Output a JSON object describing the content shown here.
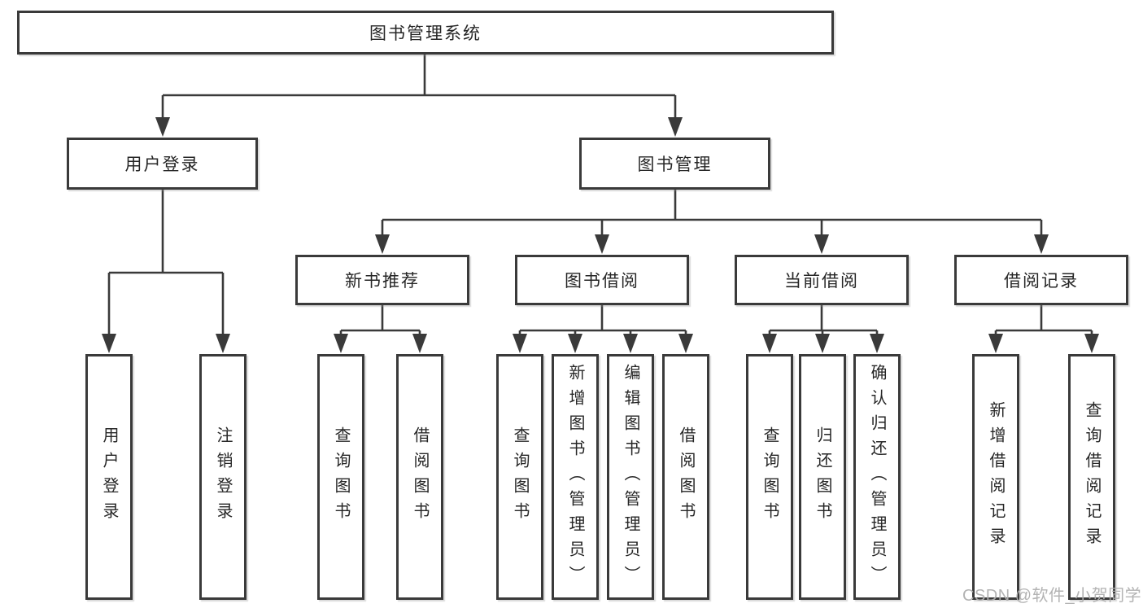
{
  "diagram": {
    "root": {
      "label": "图书管理系统"
    },
    "branches": {
      "user_login": {
        "label": "用户登录",
        "children": [
          "用户登录",
          "注销登录"
        ]
      },
      "book_mgmt": {
        "label": "图书管理",
        "modules": [
          {
            "label": "新书推荐",
            "children": [
              "查询图书",
              "借阅图书"
            ]
          },
          {
            "label": "图书借阅",
            "children": [
              "查询图书",
              "新增图书（管理员）",
              "编辑图书（管理员）",
              "借阅图书"
            ]
          },
          {
            "label": "当前借阅",
            "children": [
              "查询图书",
              "归还图书",
              "确认归还（管理员）"
            ]
          },
          {
            "label": "借阅记录",
            "children": [
              "新增借阅记录",
              "查询借阅记录"
            ]
          }
        ]
      }
    }
  },
  "watermark": {
    "text": "CSDN @软件_小贺同学",
    "color": "#afafaf"
  },
  "colors": {
    "line": "#3a3a3a",
    "box_border": "#3a3a3a",
    "box_fill": "#ffffff",
    "text": "#262626",
    "background": "#ffffff"
  }
}
